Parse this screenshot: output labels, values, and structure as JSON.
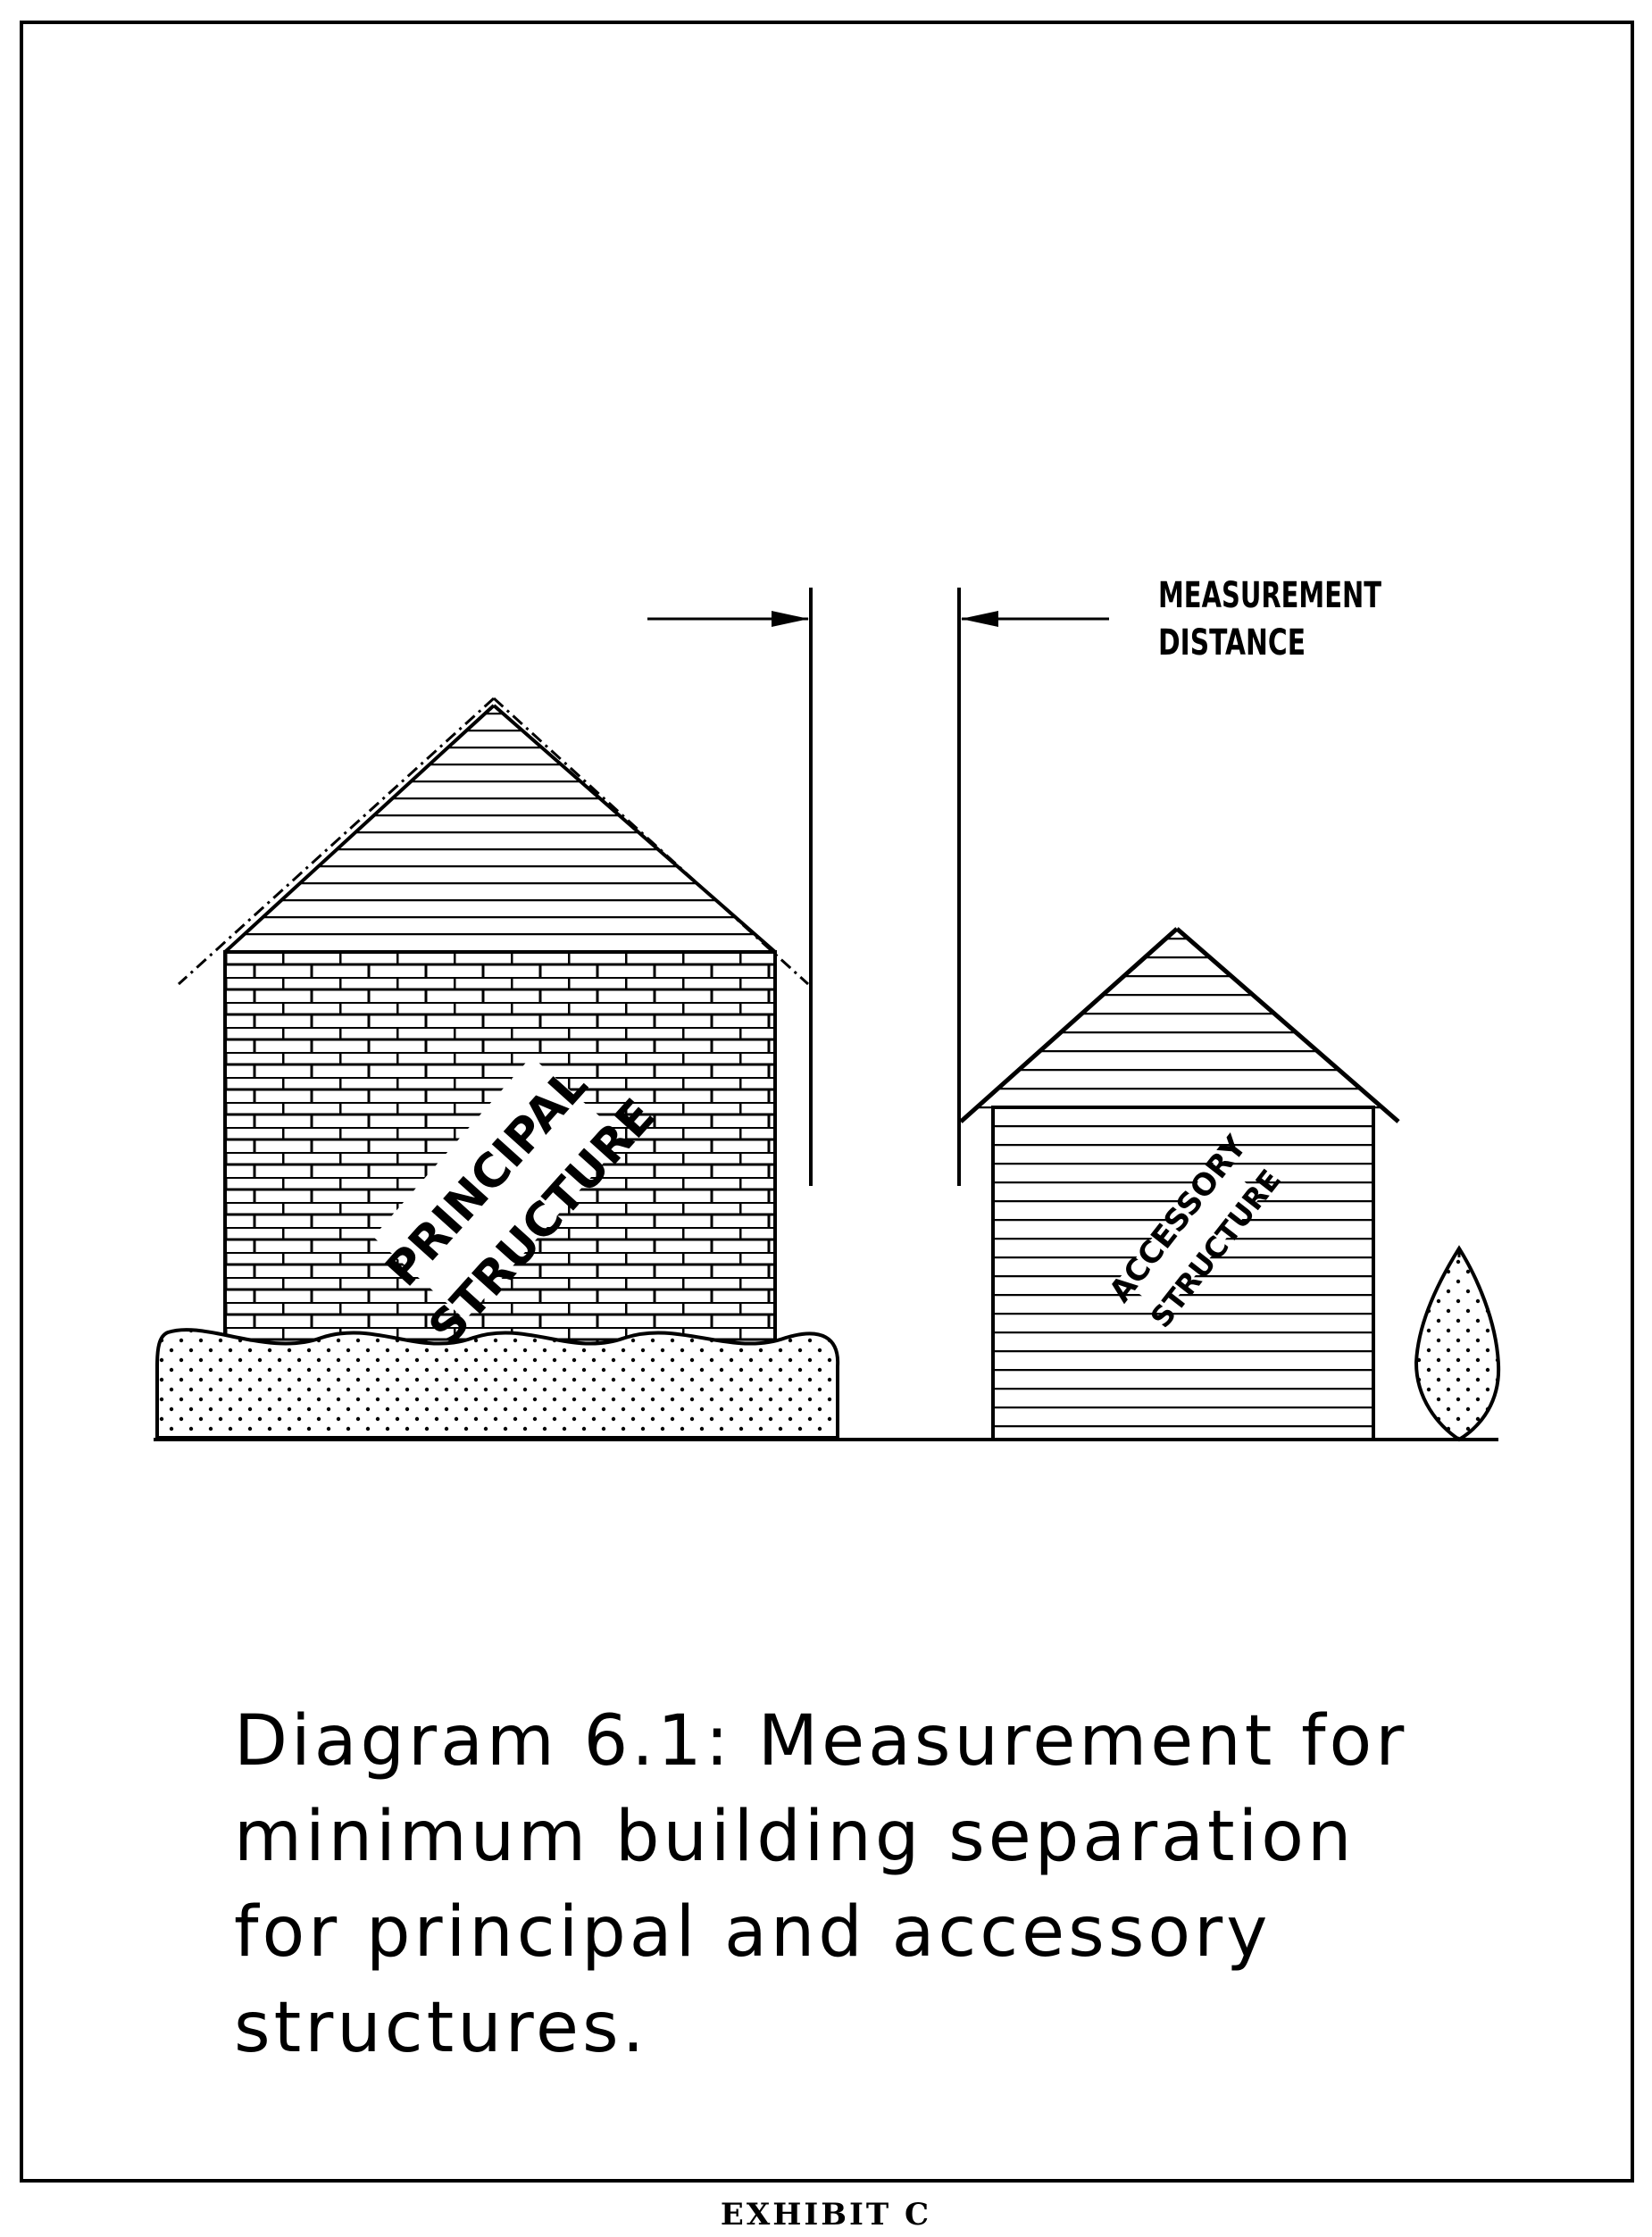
{
  "diagram": {
    "measurement_label": [
      "MEASUREMENT",
      "DISTANCE"
    ],
    "principal_label": [
      "PRINCIPAL",
      "STRUCTURE"
    ],
    "accessory_label": [
      "ACCESSORY",
      "STRUCTURE"
    ]
  },
  "caption": {
    "lines": [
      "Diagram 6.1: Measurement for",
      "minimum building separation",
      "for principal and accessory",
      "structures."
    ]
  },
  "footer": {
    "exhibit": "EXHIBIT C"
  }
}
